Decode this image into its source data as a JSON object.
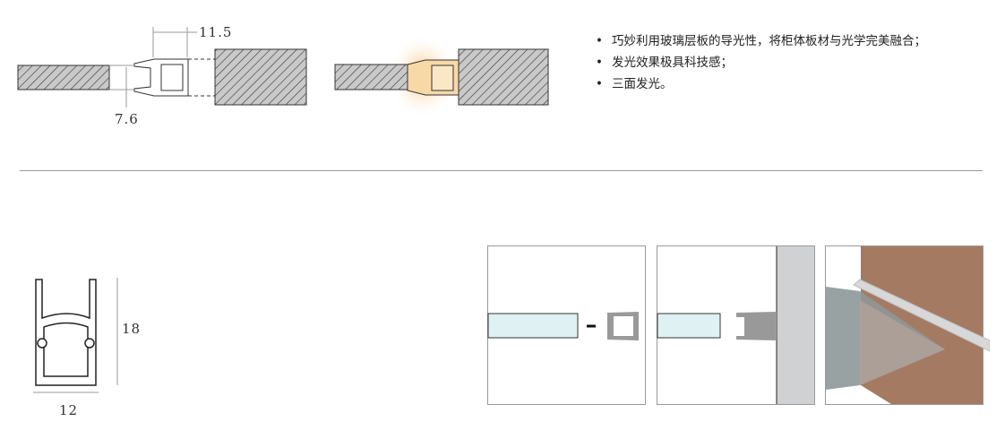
{
  "top_diagram": {
    "width_dim": "11.5",
    "height_dim": "7.6"
  },
  "features": [
    "巧妙利用玻璃层板的导光性，将柜体板材与光学完美融合；",
    "发光效果极具科技感；",
    "三面发光。"
  ],
  "profile": {
    "height_dim": "18",
    "width_dim": "12"
  },
  "colors": {
    "glass": "#dff1f2",
    "wood": "#a57a62",
    "wall": "#d0d1d3",
    "glow": "#f5b866"
  }
}
